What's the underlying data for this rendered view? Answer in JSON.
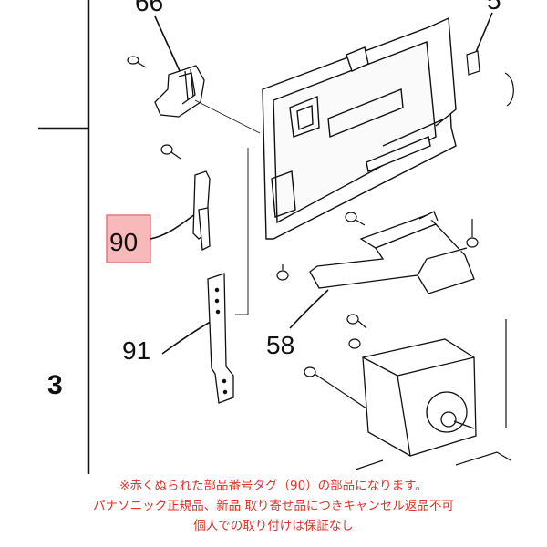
{
  "diagram": {
    "section_label": "3",
    "callouts": [
      {
        "id": "top-left",
        "text": "66",
        "highlighted": false
      },
      {
        "id": "top-right",
        "text": "5",
        "highlighted": false
      },
      {
        "id": "latch",
        "text": "90",
        "highlighted": true
      },
      {
        "id": "lever",
        "text": "91",
        "highlighted": false
      },
      {
        "id": "bracket",
        "text": "58",
        "highlighted": false
      }
    ],
    "highlight_color": "#f7b9b9",
    "highlight_border": "#e37b7b"
  },
  "caption": {
    "line1": "※赤くぬられた部品番号タグ（90）の部品になります。",
    "line2": "パナソニック正規品、新品 取り寄せ品につきキャンセル返品不可",
    "line3": "個人での取り付けは保証なし",
    "color": "#e0352b"
  }
}
